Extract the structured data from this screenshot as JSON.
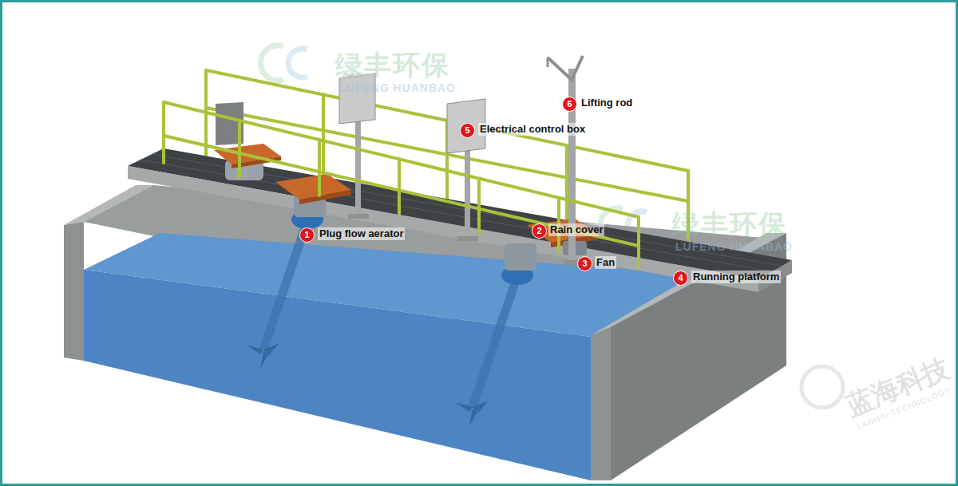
{
  "diagram": {
    "labels": [
      "绿丰环保",
      "LUFENG HUANBAO",
      "6",
      "Lifting rod",
      "5",
      "Electrical control box",
      "1",
      "Plug flow aerator",
      "2",
      "Rain cover",
      "绿丰环保",
      "LUFENG HUANBAO",
      "3",
      "Fan",
      "4",
      "Running platform",
      "蓝海科技",
      "LANHAI TECHNOLOGY"
    ]
  }
}
